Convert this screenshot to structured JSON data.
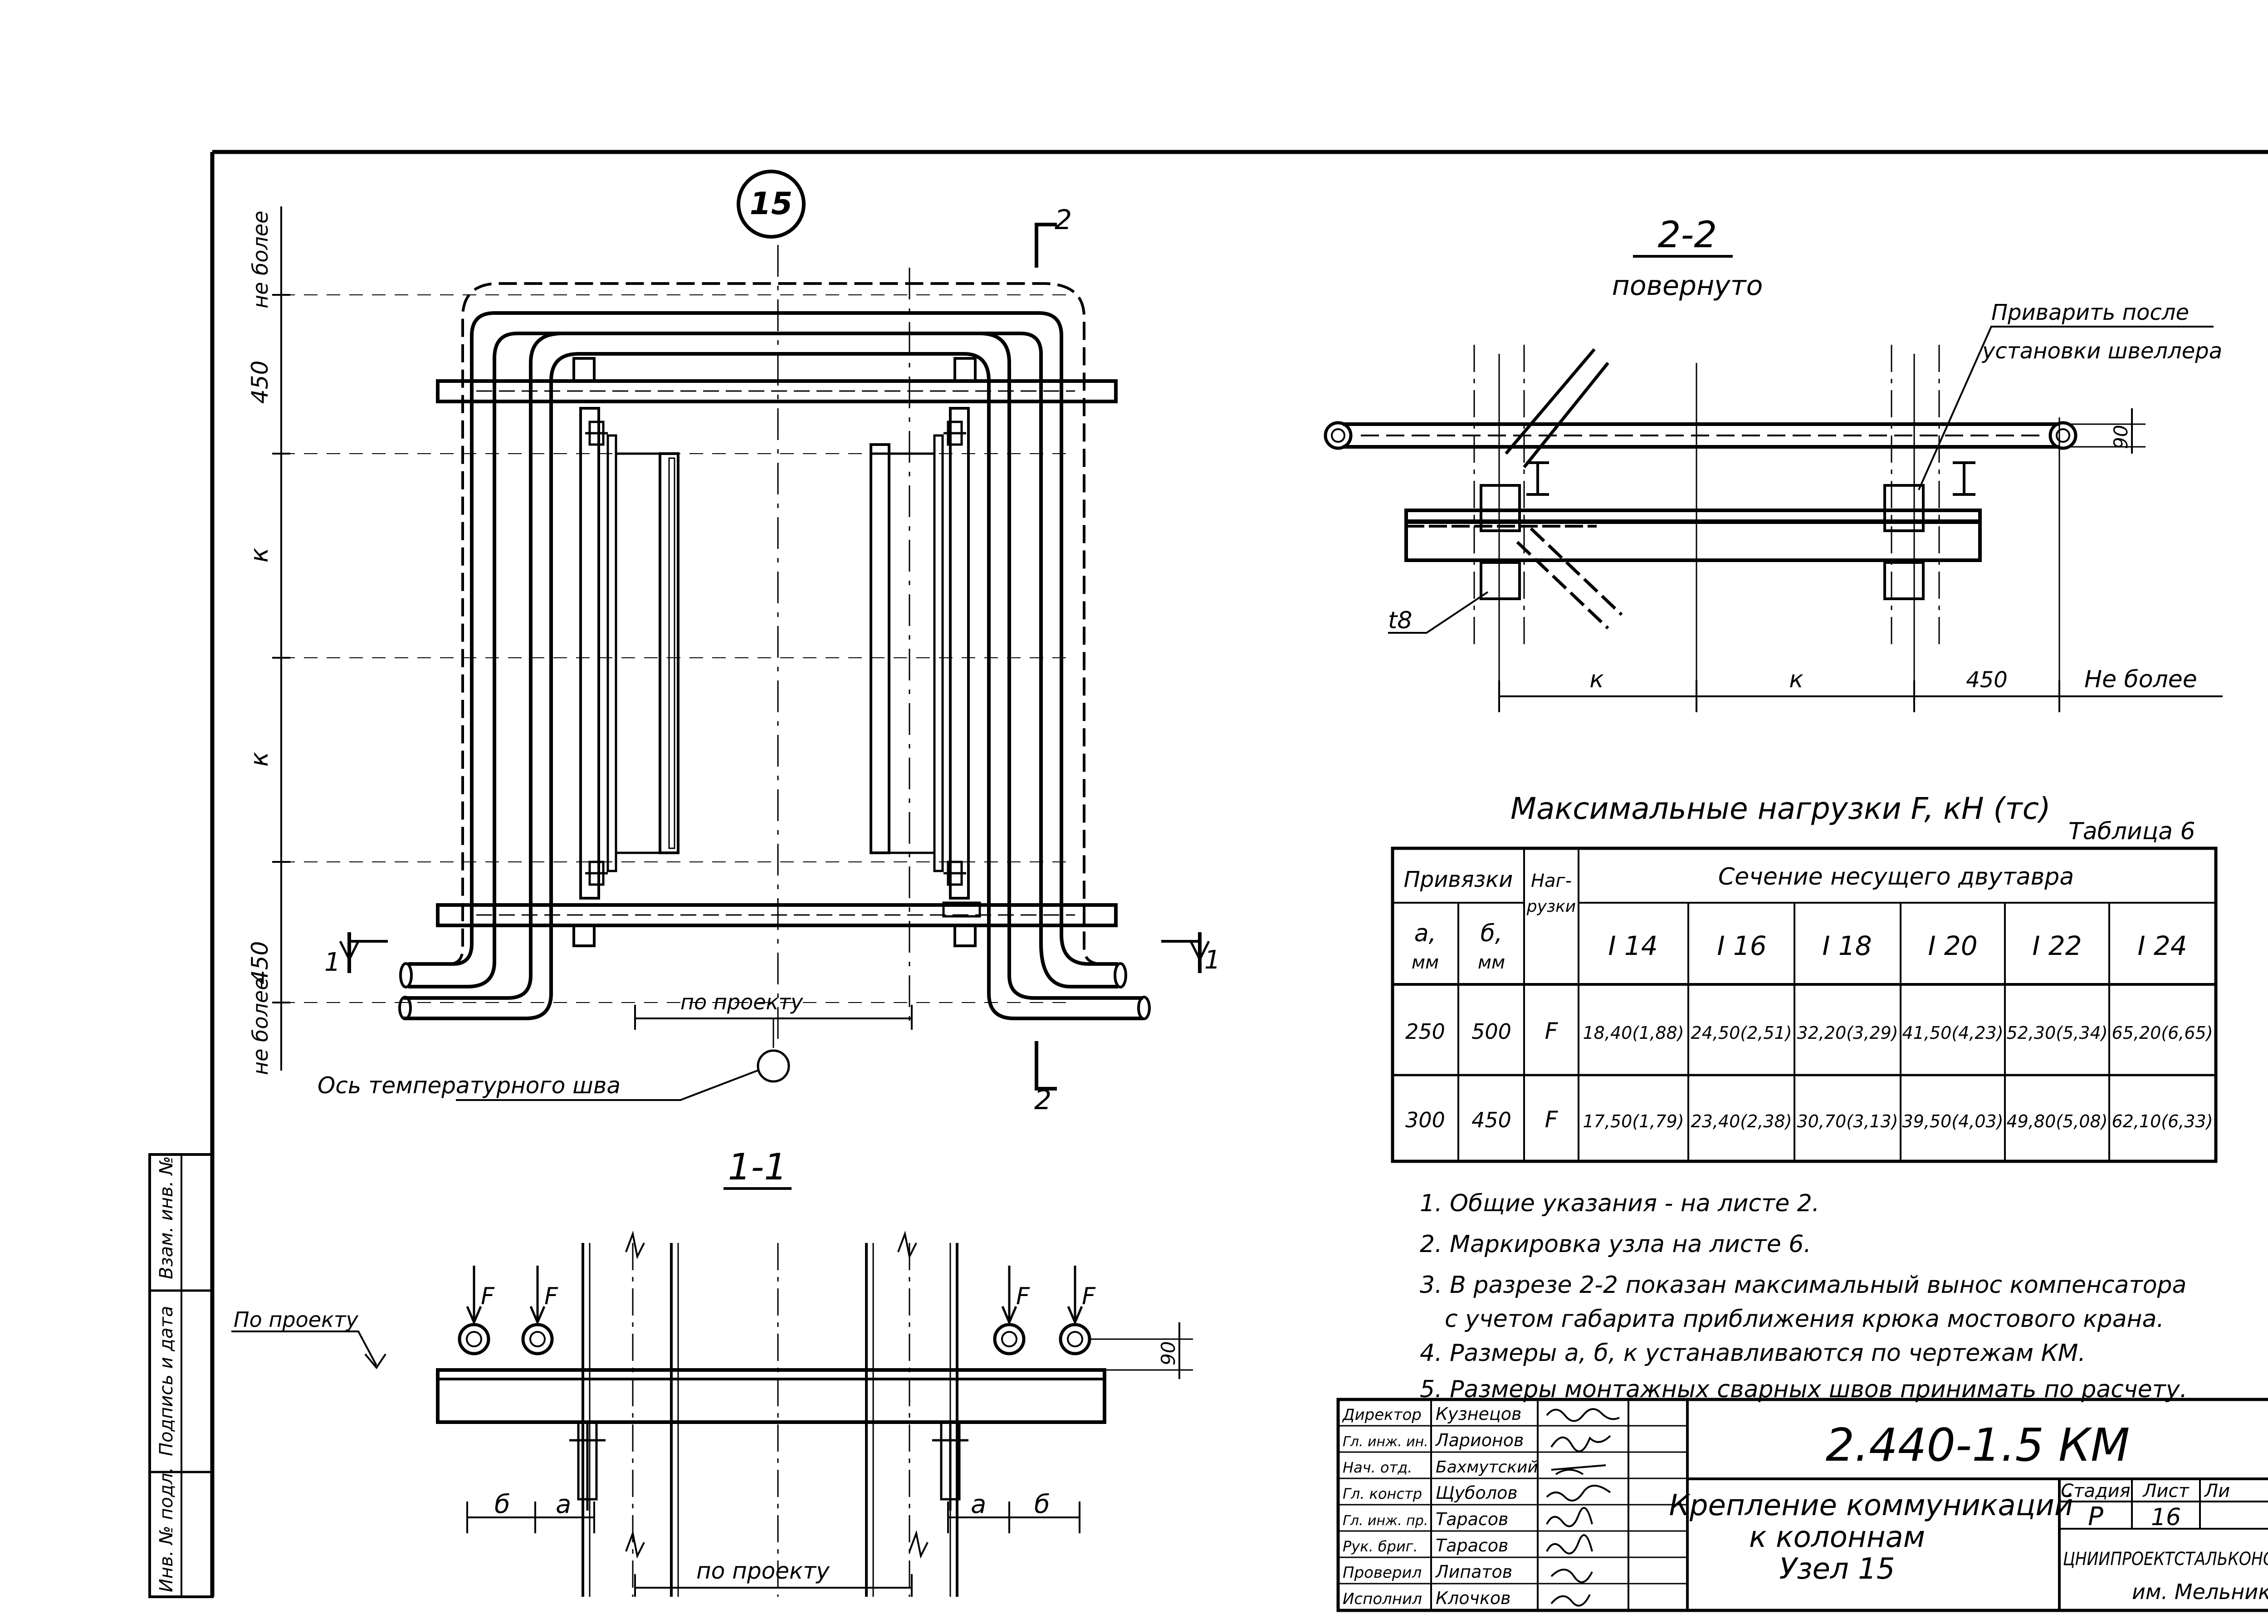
{
  "node_badge": "15",
  "plan": {
    "section_mark_top": "2",
    "section_mark_bottom": "2",
    "section_mark_left": "1",
    "section_mark_right": "1",
    "dim_450_top": "450",
    "dim_ne_bolee_top": "не более",
    "dim_k1": "к",
    "dim_k2": "к",
    "dim_450_bottom": "450",
    "dim_ne_bolee_bottom": "не более",
    "po_proektu": "по проекту",
    "axis_label": "Ось температурного шва"
  },
  "section22": {
    "title": "2-2",
    "subtitle": "повернуто",
    "weld_note_line1": "Приварить после",
    "weld_note_line2": "установки швеллера",
    "dim_90": "90",
    "t8": "t8",
    "dim_k1": "к",
    "dim_k2": "к",
    "dim_450": "450",
    "dim_ne_bolee": "Не более"
  },
  "section11": {
    "title": "1-1",
    "po_proektu_left": "По проекту",
    "load_F": "F",
    "dim_90": "90",
    "dim_b1": "б",
    "dim_a1": "а",
    "dim_a2": "а",
    "dim_b2": "б",
    "po_proektu_bottom": "по проекту"
  },
  "table": {
    "title": "Максимальные нагрузки F, кН (тс)",
    "label": "Таблица 6",
    "h_privyazki": "Привязки",
    "h_nagruzki_1": "Наг-",
    "h_nagruzki_2": "рузки",
    "h_sechenie": "Сечение несущего двутавра",
    "h_a_1": "а,",
    "h_a_2": "мм",
    "h_b_1": "б,",
    "h_b_2": "мм",
    "sections": [
      "I 14",
      "I 16",
      "I 18",
      "I 20",
      "I 22",
      "I 24"
    ],
    "rows": [
      {
        "a": "250",
        "b": "500",
        "load": "F",
        "values": [
          "18,40(1,88)",
          "24,50(2,51)",
          "32,20(3,29)",
          "41,50(4,23)",
          "52,30(5,34)",
          "65,20(6,65)"
        ]
      },
      {
        "a": "300",
        "b": "450",
        "load": "F",
        "values": [
          "17,50(1,79)",
          "23,40(2,38)",
          "30,70(3,13)",
          "39,50(4,03)",
          "49,80(5,08)",
          "62,10(6,33)"
        ]
      }
    ]
  },
  "notes": [
    "1. Общие указания - на листе 2.",
    "2. Маркировка узла на листе 6.",
    "3. В разрезе 2-2 показан максимальный вынос компенсатора",
    "с учетом габарита приближения крюка мостового крана.",
    "4. Размеры а, б, к устанавливаются по чертежам КМ.",
    "5. Размеры монтажных сварных швов принимать по расчету."
  ],
  "side_stamp": [
    "Взам. инв. №",
    "Подпись и дата",
    "Инв. № подл."
  ],
  "title_block": {
    "code": "2.440-1.5 КМ",
    "name_line1": "Крепление коммуникаций",
    "name_line2": "к колоннам",
    "name_line3": "Узел 15",
    "h_stage": "Стадия",
    "h_sheet": "Лист",
    "h_sheets": "Ли",
    "stage": "Р",
    "sheet": "16",
    "org_line1": "ЦНИИПРОЕКТСТАЛЬКОНС",
    "org_line2": "им. Мельнико",
    "people": [
      {
        "role": "Директор",
        "name": "Кузнецов"
      },
      {
        "role": "Гл. инж. ин.",
        "name": "Ларионов"
      },
      {
        "role": "Нач. отд.",
        "name": "Бахмутский"
      },
      {
        "role": "Гл. констр",
        "name": "Щуболов"
      },
      {
        "role": "Гл. инж. пр.",
        "name": "Тарасов"
      },
      {
        "role": "Рук. бриг.",
        "name": "Тарасов"
      },
      {
        "role": "Проверил",
        "name": "Липатов"
      },
      {
        "role": "Исполнил",
        "name": "Клочков"
      }
    ]
  }
}
